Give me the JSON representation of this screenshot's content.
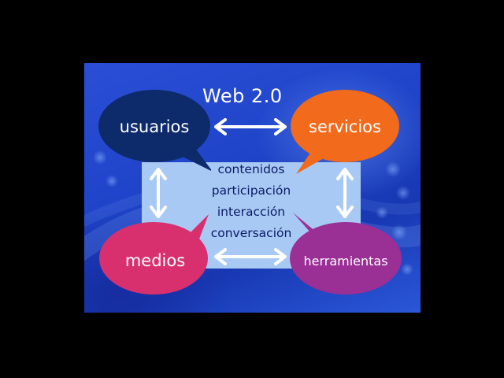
{
  "title": "Web 2.0",
  "nodes": {
    "usuarios": {
      "label": "usuarios",
      "color": "#0d2a6b"
    },
    "servicios": {
      "label": "servicios",
      "color": "#f26a1b"
    },
    "medios": {
      "label": "medios",
      "color": "#d8306f"
    },
    "herramientas": {
      "label": "herramientas",
      "color": "#9a2f95"
    }
  },
  "center": {
    "items": [
      "contenidos",
      "participación",
      "interacción",
      "conversación"
    ],
    "color": "#a7c9f4"
  },
  "colors": {
    "letterbox": "#000000",
    "background": "#1f44c9",
    "arrow": "#ffffff"
  }
}
